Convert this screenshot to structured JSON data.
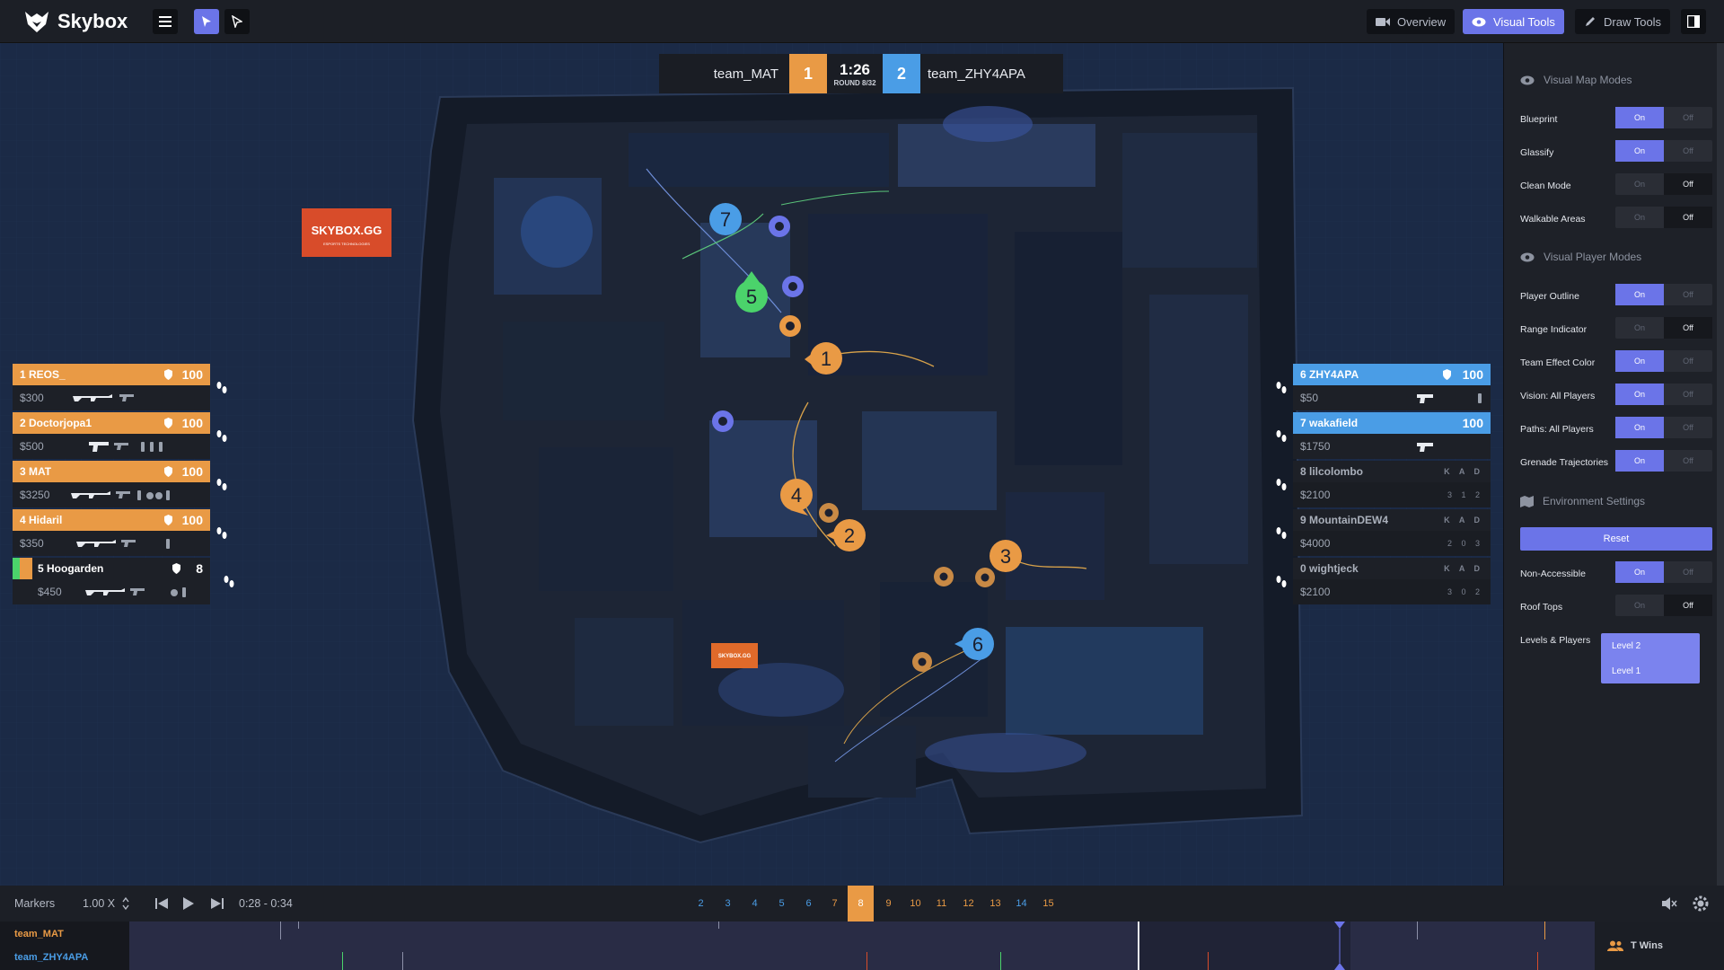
{
  "app": {
    "name": "Skybox"
  },
  "toolbar": {
    "overview_label": "Overview",
    "visual_tools_label": "Visual Tools",
    "draw_tools_label": "Draw Tools"
  },
  "scoreboard": {
    "team_left": "team_MAT",
    "score_left": "1",
    "clock": "1:26",
    "round": "ROUND 8/32",
    "score_right": "2",
    "team_right": "team_ZHY4APA"
  },
  "map": {
    "branding": "SKYBOX.GG",
    "branding_sub": "ESPORTS TECHNOLOGIES",
    "branding_small": "SKYBOX.GG",
    "markers": [
      {
        "label": "7",
        "team": "ct"
      },
      {
        "label": "5",
        "team": "green"
      },
      {
        "label": "1",
        "team": "t"
      },
      {
        "label": "4",
        "team": "t"
      },
      {
        "label": "2",
        "team": "t"
      },
      {
        "label": "3",
        "team": "t"
      },
      {
        "label": "6",
        "team": "ct"
      }
    ]
  },
  "team_left": {
    "color": "#e99a45",
    "players": [
      {
        "name": "1 REOS_",
        "hp": "100",
        "money": "$300"
      },
      {
        "name": "2 Doctorjopa1",
        "hp": "100",
        "money": "$500"
      },
      {
        "name": "3 MAT",
        "hp": "100",
        "money": "$3250"
      },
      {
        "name": "4 Hidaril",
        "hp": "100",
        "money": "$350"
      },
      {
        "name": "5 Hoogarden",
        "hp": "8",
        "money": "$450"
      }
    ]
  },
  "team_right": {
    "color": "#4a9de6",
    "players": [
      {
        "name": "6 ZHY4APA",
        "hp": "100",
        "money": "$50",
        "alive": true
      },
      {
        "name": "7 wakafield",
        "hp": "100",
        "money": "$1750",
        "alive": true
      },
      {
        "name": "8 lilcolombo",
        "kad_label": "K A D",
        "kad": "3 1 2",
        "money": "$2100",
        "alive": false
      },
      {
        "name": "9 MountainDEW4",
        "kad_label": "K A D",
        "kad": "2 0 3",
        "money": "$4000",
        "alive": false
      },
      {
        "name": "0 wightjeck",
        "kad_label": "K A D",
        "kad": "3 0 2",
        "money": "$2100",
        "alive": false
      }
    ]
  },
  "settings": {
    "visual_map_modes": "Visual Map Modes",
    "visual_player_modes": "Visual Player Modes",
    "environment_settings": "Environment Settings",
    "on_label": "On",
    "off_label": "Off",
    "reset_label": "Reset",
    "map_toggles": [
      {
        "label": "Blueprint",
        "state": "on"
      },
      {
        "label": "Glassify",
        "state": "on"
      },
      {
        "label": "Clean Mode",
        "state": "off"
      },
      {
        "label": "Walkable Areas",
        "state": "off"
      }
    ],
    "player_toggles": [
      {
        "label": "Player Outline",
        "state": "on"
      },
      {
        "label": "Range Indicator",
        "state": "off"
      },
      {
        "label": "Team Effect Color",
        "state": "on"
      },
      {
        "label": "Vision: All Players",
        "state": "on"
      },
      {
        "label": "Paths: All Players",
        "state": "on"
      },
      {
        "label": "Grenade Trajectories",
        "state": "on"
      }
    ],
    "env_toggles": [
      {
        "label": "Non-Accessible",
        "state": "on"
      },
      {
        "label": "Roof Tops",
        "state": "off"
      }
    ],
    "levels_label": "Levels & Players",
    "levels": [
      "Level 2",
      "Level 1"
    ]
  },
  "playback": {
    "markers_label": "Markers",
    "speed": "1.00 X",
    "time_range": "0:28 - 0:34",
    "rounds": [
      "2",
      "3",
      "4",
      "5",
      "6",
      "7",
      "8",
      "9",
      "10",
      "11",
      "12",
      "13",
      "14",
      "15"
    ],
    "current_round": "8"
  },
  "timeline": {
    "team_top": "team_MAT",
    "team_bottom": "team_ZHY4APA",
    "result": "T Wins"
  }
}
